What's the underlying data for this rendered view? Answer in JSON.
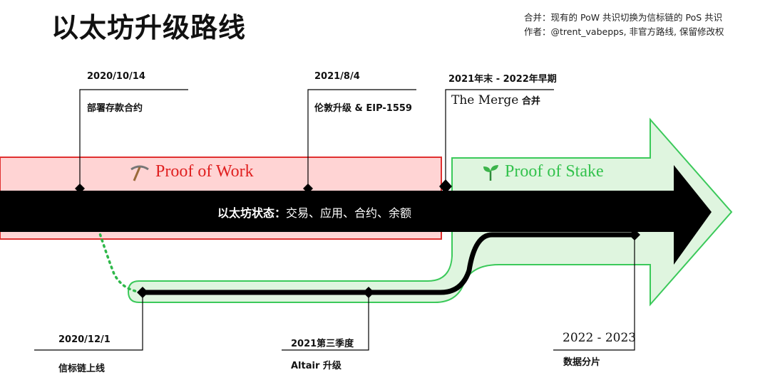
{
  "title": "以太坊升级路线",
  "notes": {
    "line1": "合并：现有的 PoW 共识切换为信标链的 PoS 共识",
    "line2": "作者：@trent_vabepps, 非官方路线, 保留修改权"
  },
  "pow": {
    "icon": "pickaxe-icon",
    "label": "Proof of Work"
  },
  "pos": {
    "icon": "sprout-icon",
    "label": "Proof of Stake"
  },
  "state": {
    "bold": "以太坊状态：",
    "rest": "交易、应用、合约、余额"
  },
  "milestones_top": [
    {
      "date": "2020/10/14",
      "desc": "部署存款合约"
    },
    {
      "date": "2021/8/4",
      "desc": "伦敦升级 & EIP-1559"
    },
    {
      "date": "2021年末 - 2022年早期",
      "desc_serif": "The Merge",
      "desc": "合并"
    }
  ],
  "milestones_bottom": [
    {
      "date": "2020/12/1",
      "desc": "信标链上线"
    },
    {
      "date": "2021第三季度",
      "desc": "Altair 升级"
    },
    {
      "date": "2022 - 2023",
      "desc": "数据分片"
    }
  ],
  "colors": {
    "pow_fill": "#ffd4d4",
    "pow_stroke": "#e03030",
    "pos_fill": "#dff5df",
    "pos_stroke": "#3bc95a",
    "main": "#000000"
  }
}
